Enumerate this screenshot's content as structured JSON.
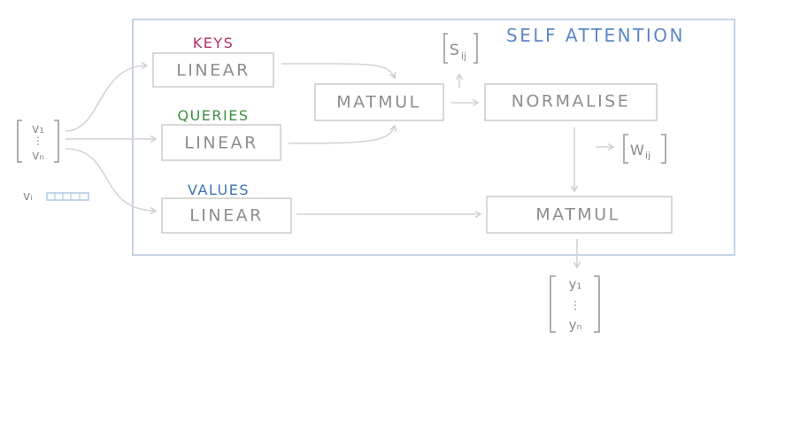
{
  "title": "SELF ATTENTION",
  "inputs": {
    "top": "v₁",
    "bottom": "vₙ",
    "single": "vᵢ"
  },
  "outputs": {
    "top": "y₁",
    "bottom": "yₙ"
  },
  "labels": {
    "keys": "KEYS",
    "queries": "QUERIES",
    "values": "VALUES"
  },
  "boxes": {
    "keys_linear": "LINEAR",
    "queries_linear": "LINEAR",
    "values_linear": "LINEAR",
    "matmul_1": "MATMUL",
    "normalise": "NORMALISE",
    "matmul_2": "MATMUL"
  },
  "scores": "S",
  "scores_sub": "ij",
  "weights": "W",
  "weights_sub": "ij",
  "colors": {
    "keys": "#b0306a",
    "queries": "#3f8f3f",
    "values": "#3b74b8",
    "title": "#5b88c6",
    "frame": "#bfd0e6",
    "vector_cells": "#a8c0e0"
  }
}
